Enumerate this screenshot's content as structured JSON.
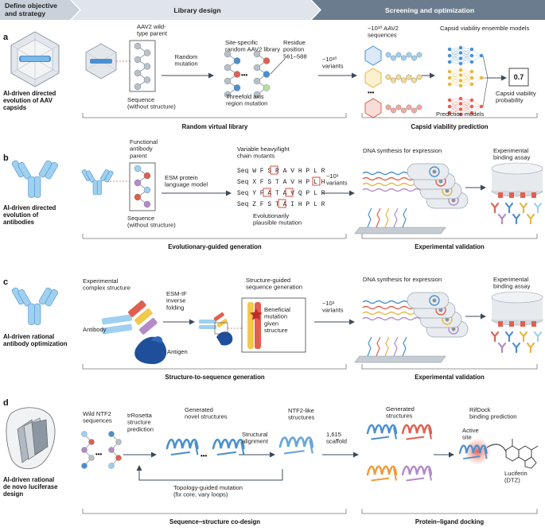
{
  "colors": {
    "header_left": "#c9d2db",
    "header_mid": "#dfe5eb",
    "header_right": "#6b7c8e",
    "arrow": "#3c4a5a",
    "blue": "#4a90d0",
    "light_blue": "#9fd0ef",
    "red": "#e06050",
    "yellow": "#f2c94c",
    "purple": "#b48ac8",
    "grey_bead": "#b9c0c8"
  },
  "header": {
    "stage1": "Define objective\nand strategy",
    "stage2": "Library design",
    "stage3": "Screening and optimization"
  },
  "a": {
    "letter": "a",
    "objective": "AI-driven directed\nevolution of AAV\ncapsids",
    "parent": "AAV2 wild-\ntype parent",
    "random_mutation": "Random\nmutation",
    "library": "Site-specific\nrandom AAV2 library",
    "residue": "Residue\nposition\n561–588",
    "sequence": "Sequence\n(without structure)",
    "threefold": "Threefold axis\nregion mutation",
    "variants": "~10¹⁰\nvariants",
    "aav2_seqs": "~10¹⁰ AAV2\nsequences",
    "ensemble": "Capsid viability ensemble models",
    "score": "0.7",
    "probability": "Capsid viability\nprobability",
    "prediction_models": "Prediction models",
    "bracket_left": "Random virtual library",
    "bracket_right": "Capsid viability prediction"
  },
  "b": {
    "letter": "b",
    "objective": "AI-driven directed\nevolution of\nantibodies",
    "parent": "Functional\nantibody\nparent",
    "esm": "ESM protein\nlanguage model",
    "variable": "Variable heavy/light\nchain mutants",
    "seq_w": "Seq W  F S R A V H P L R",
    "seq_x": "Seq X  F S T A V H P L H",
    "seq_y": "Seq Y  F A T A V Q P L R",
    "seq_z": "Seq Z  F S T A I H P L R",
    "sequence": "Sequence\n(without structure)",
    "plausible": "Evolutionarily\nplausible mutation",
    "variants": "~10¹\nvariants",
    "dna": "DNA synthesis for expression",
    "assay": "Experimental\nbinding assay",
    "bracket_left": "Evolutionary-guided generation",
    "bracket_right": "Experimental validation"
  },
  "c": {
    "letter": "c",
    "objective": "AI-driven rational\nantibody optimization",
    "complex": "Experimental\ncomplex structure",
    "antibody": "Antibody",
    "antigen": "Antigen",
    "esmif": "ESM-IF\ninverse\nfolding",
    "guided": "Structure-guided\nsequence generation",
    "beneficial": "Beneficial\nmutation\ngiven\nstructure",
    "variants": "~10¹\nvariants",
    "dna": "DNA synthesis for expression",
    "assay": "Experimental\nbinding assay",
    "bracket_left": "Structure-to-sequence generation",
    "bracket_right": "Experimental validation"
  },
  "d": {
    "letter": "d",
    "objective": "AI-driven rational\nde novo luciferase\ndesign",
    "wild": "Wild NTF2\nsequences",
    "trrosetta": "trRosetta\nstructure\nprediction",
    "generated_novel": "Generated\nnovel structures",
    "alignment": "Structural\nalignment",
    "ntf2like": "NTF2-like\nstructures",
    "scaffold": "1,615\nscaffold",
    "generated": "Generated\nstructures",
    "rifdock": "RifDock\nbinding prediction",
    "active_site": "Active\nsite",
    "luciferin": "Luciferin\n(DTZ)",
    "topology": "Topology-guided mutation\n(fix core, vary loops)",
    "bracket_left": "Sequence–structure co-design",
    "bracket_right": "Protein–ligand docking"
  }
}
